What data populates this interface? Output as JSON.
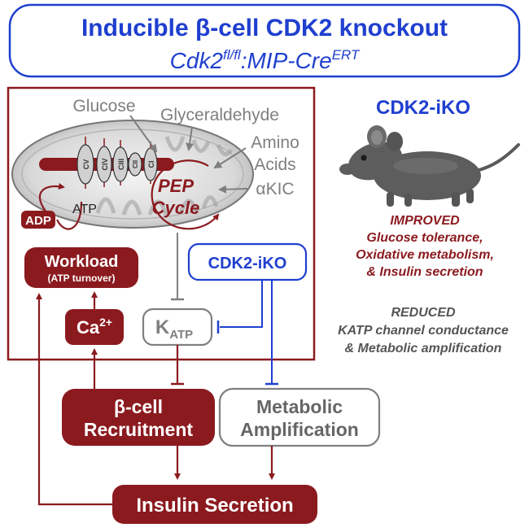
{
  "header": {
    "title": "Inducible β-cell CDK2 knockout",
    "genotype": "Cdk2",
    "genotype_sup": "fl/fl",
    "genotype_mid": ":MIP-Cre",
    "genotype_sup2": "ERT"
  },
  "colors": {
    "blue": "#1f3fcf",
    "maroon": "#8b1a1f",
    "gray": "#7f7f7f",
    "dark_gray": "#444444"
  },
  "inputs": {
    "glucose": "Glucose",
    "glyceraldehyde": "Glyceraldehyde",
    "amino": "Amino",
    "acids": "Acids",
    "akic": "αKIC"
  },
  "mitochondrion": {
    "complexes": [
      "CV",
      "CIV",
      "CIII",
      "CII",
      "CI"
    ],
    "pep_line1": "PEP",
    "pep_line2": "Cycle",
    "atp": "ATP",
    "adp": "ADP"
  },
  "nodes": {
    "workload": "Workload",
    "workload_sub": "(ATP turnover)",
    "ca": "Ca",
    "ca_sup": "2+",
    "katp": "K",
    "katp_sub": "ATP",
    "cdk2_ko": "CDK2-iKO",
    "beta_cell_1": "β-cell",
    "beta_cell_2": "Recruitment",
    "metabolic_1": "Metabolic",
    "metabolic_2": "Amplification",
    "insulin": "Insulin Secretion"
  },
  "right_panel": {
    "title": "CDK2-iKO",
    "mouse_icon": "mouse-icon",
    "improved": [
      "IMPROVED",
      "Glucose tolerance,",
      "Oxidative metabolism,",
      "& Insulin secretion"
    ],
    "reduced": [
      "REDUCED",
      "KATP channel conductance",
      "& Metabolic amplification"
    ]
  }
}
